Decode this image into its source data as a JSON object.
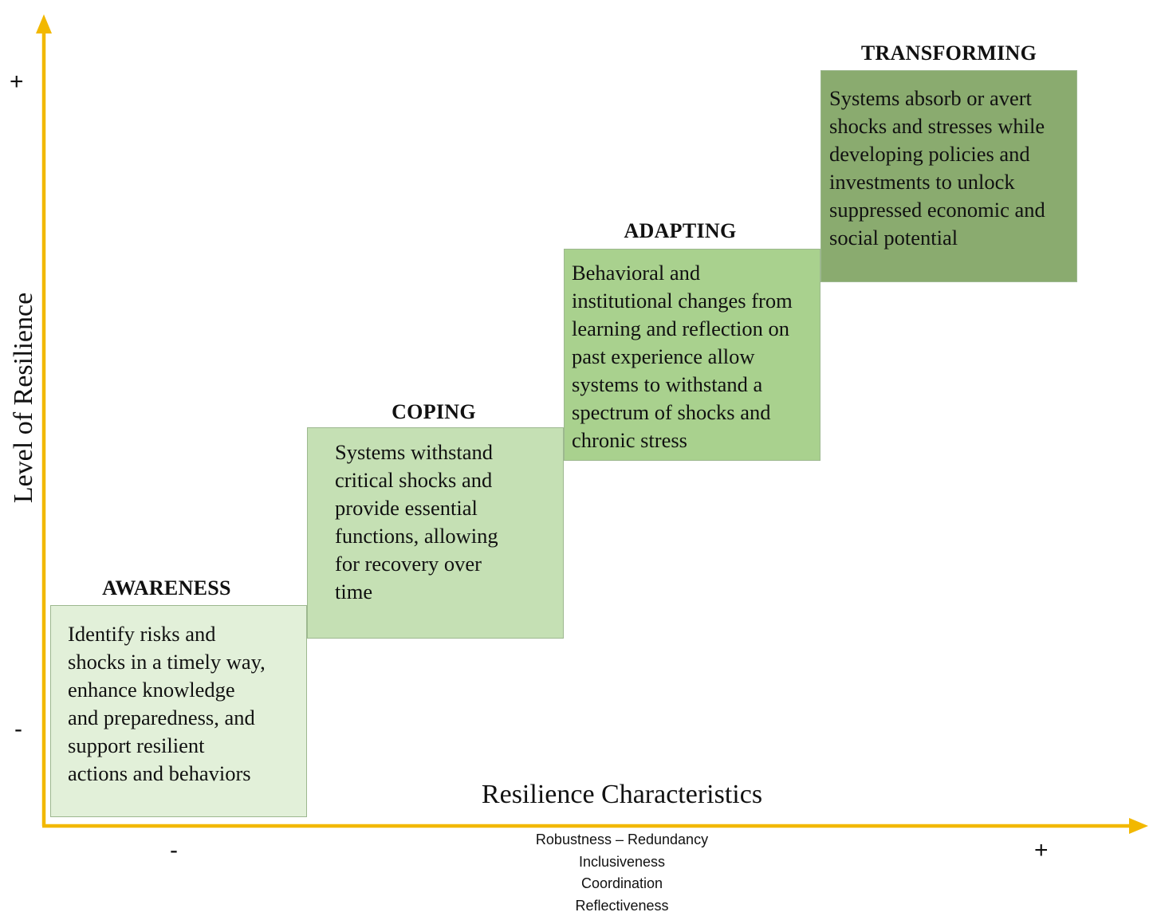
{
  "axes": {
    "y_label": "Level of  Resilience",
    "x_label": "Resilience Characteristics",
    "y_plus": "+",
    "y_minus": "-",
    "x_minus": "-",
    "x_plus": "+",
    "color": "#f2b800"
  },
  "characteristics": [
    "Robustness – Redundancy",
    "Inclusiveness",
    "Coordination",
    "Reflectiveness"
  ],
  "stages": [
    {
      "title": "AWARENESS",
      "color": "#e2f0d9",
      "lines": [
        "Identify risks and",
        "shocks in a timely way,",
        "enhance knowledge",
        "and preparedness, and",
        "support resilient",
        "actions and behaviors"
      ]
    },
    {
      "title": "COPING",
      "color": "#c5e0b4",
      "lines": [
        "Systems withstand",
        "critical shocks and",
        "provide essential",
        "functions, allowing",
        "for recovery over",
        "time"
      ]
    },
    {
      "title": "ADAPTING",
      "color": "#a9d18e",
      "lines": [
        "Behavioral and",
        "institutional changes from",
        "learning and reflection on",
        "past experience allow",
        "systems to withstand a",
        "spectrum of shocks and",
        "chronic stress"
      ]
    },
    {
      "title": "TRANSFORMING",
      "color": "#8aab6f",
      "lines": [
        "Systems absorb or avert",
        "shocks and stresses while",
        "developing policies and",
        "investments to unlock",
        "suppressed economic and",
        "social potential"
      ]
    }
  ]
}
